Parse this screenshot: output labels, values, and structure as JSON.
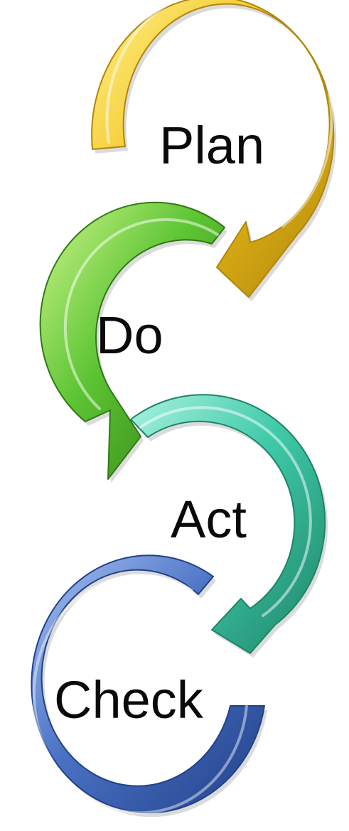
{
  "steps": [
    {
      "label": "Plan",
      "color": "#F2C21C",
      "light": "#FFF08A",
      "dark": "#B0870A"
    },
    {
      "label": "Do",
      "color": "#5CC433",
      "light": "#CFF58C",
      "dark": "#2F7A14"
    },
    {
      "label": "Act",
      "color": "#3FC9A8",
      "light": "#A8F2DF",
      "dark": "#1E8468"
    },
    {
      "label": "Check",
      "color": "#4A72C4",
      "light": "#A9C3F3",
      "dark": "#22418A"
    }
  ]
}
